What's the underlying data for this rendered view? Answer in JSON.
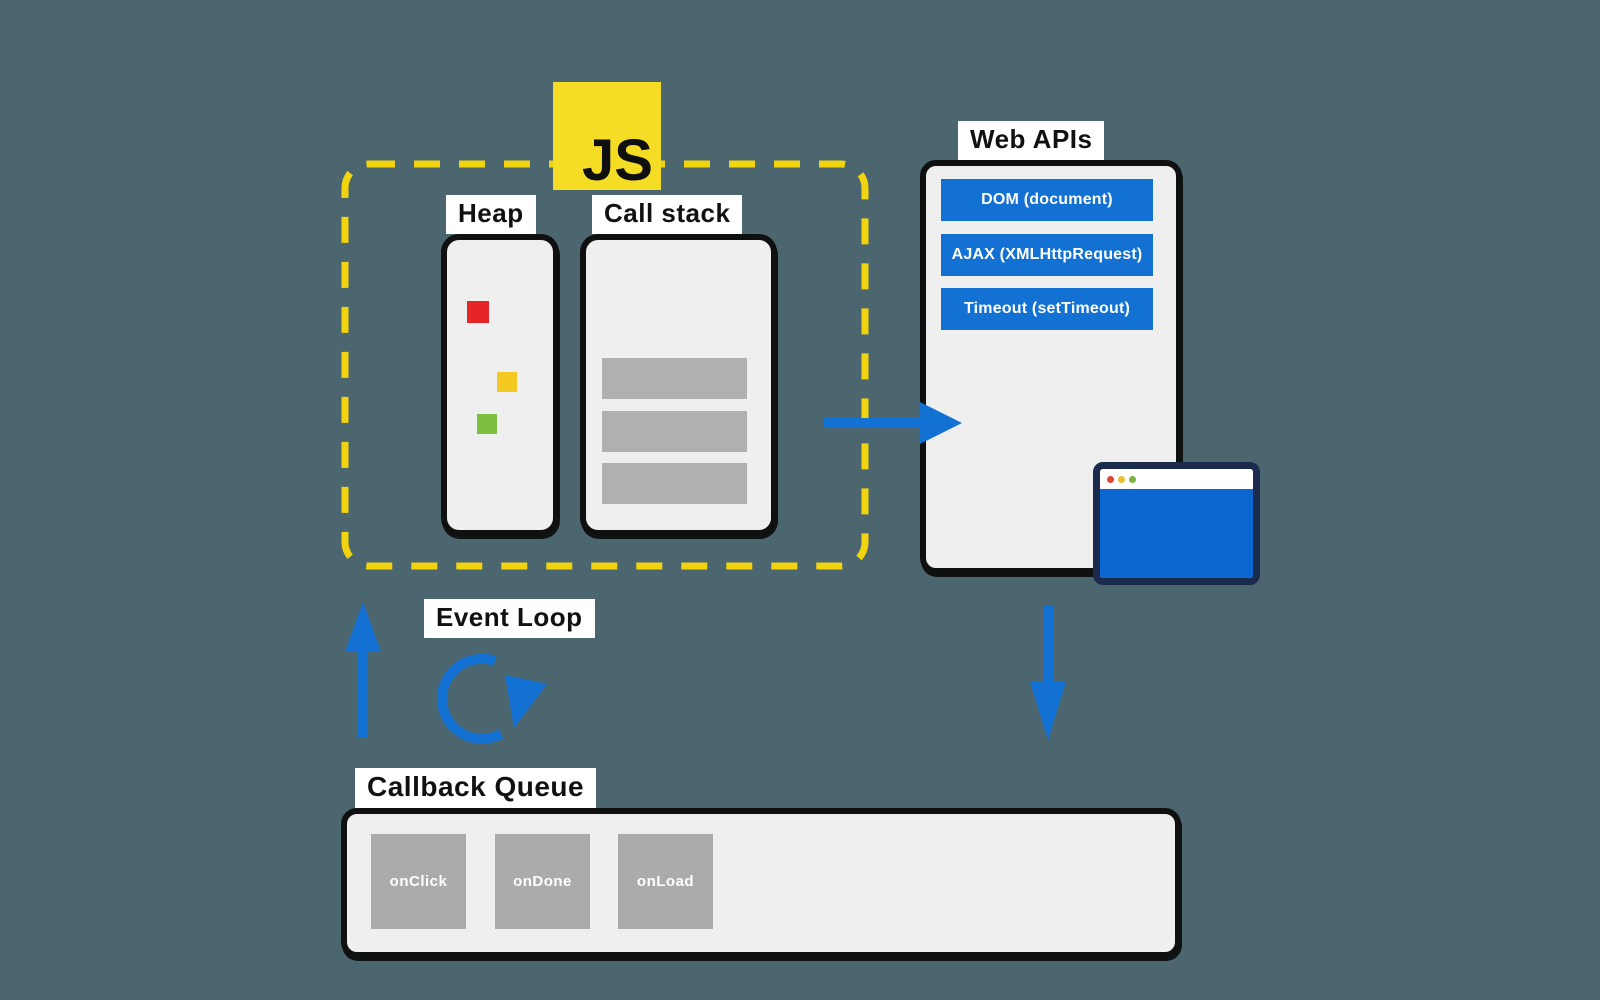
{
  "title": "JavaScript event loop diagram",
  "colors": {
    "background": "#4c6670",
    "js_yellow": "#f5dc25",
    "dashed_yellow": "#f2d40e",
    "blue": "#1271d3",
    "panel_bg": "#efefef",
    "outline": "#101010",
    "gray_block": "#b0b0b0",
    "heap_red": "#e52528",
    "heap_yellow": "#f2c821",
    "heap_green": "#7cbd42",
    "browser_border": "#1b2b4d",
    "browser_body": "#0b66d0"
  },
  "js_logo": {
    "text": "JS"
  },
  "heap": {
    "label": "Heap",
    "objects": [
      "red",
      "yellow",
      "green"
    ]
  },
  "call_stack": {
    "label": "Call stack",
    "frame_count": 3
  },
  "web_apis": {
    "label": "Web APIs",
    "items": [
      "DOM (document)",
      "AJAX (XMLHttpRequest)",
      "Timeout (setTimeout)"
    ]
  },
  "event_loop": {
    "label": "Event Loop"
  },
  "callback_queue": {
    "label": "Callback Queue",
    "items": [
      "onClick",
      "onDone",
      "onLoad"
    ]
  }
}
